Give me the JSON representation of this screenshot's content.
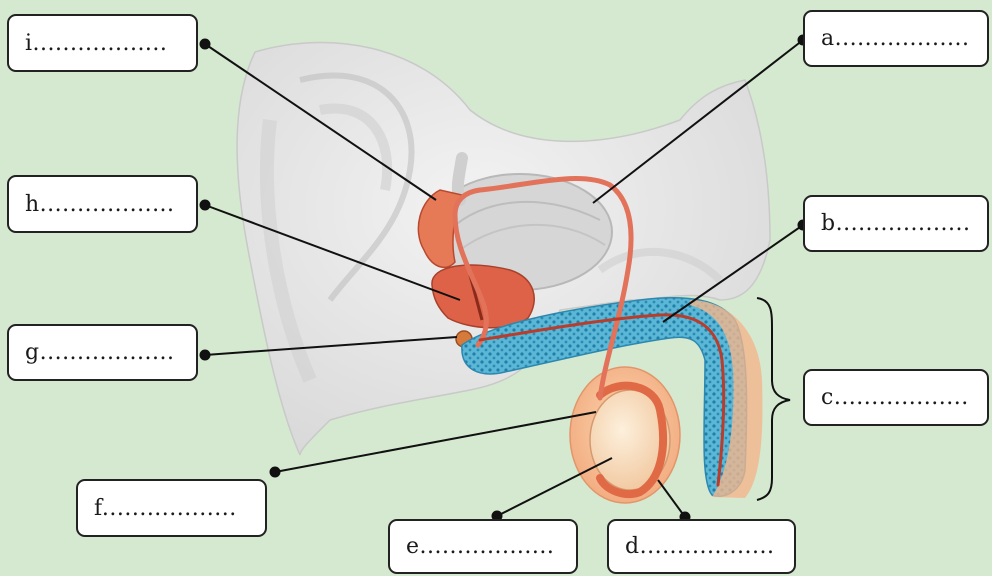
{
  "labels": {
    "a": "a..................",
    "b": "b..................",
    "c": "c..................",
    "d": "d..................",
    "e": "e..................",
    "f": "f..................",
    "g": "g..................",
    "h": "h..................",
    "i": "i.................."
  },
  "colors": {
    "background": "#d4e9cf",
    "body_gray": "#e9e9e9",
    "duct_orange": "#e8735a",
    "erectile_blue": "#3aa2c6",
    "prostate_red": "#d9573f",
    "testis_cream": "#f7dcc0"
  }
}
